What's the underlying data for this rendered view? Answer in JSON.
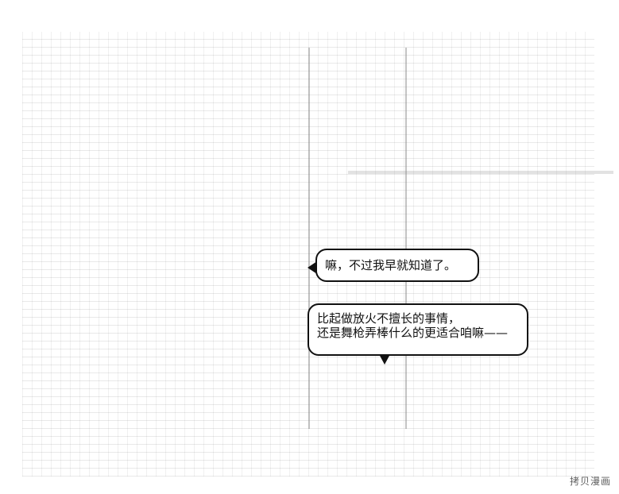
{
  "dialogue": {
    "bubble_1": "嘛，不过我早就知道了。",
    "bubble_2_line_1": "比起做放火不擅长的事情，",
    "bubble_2_line_2": "还是舞枪弄棒什么的更适合咱嘛——"
  },
  "watermark": "拷贝漫画",
  "icons": {
    "art": "ascii-art-illustration",
    "speech": "speech-bubble-icon"
  },
  "colors": {
    "line": "#111111",
    "background": "#ffffff"
  }
}
